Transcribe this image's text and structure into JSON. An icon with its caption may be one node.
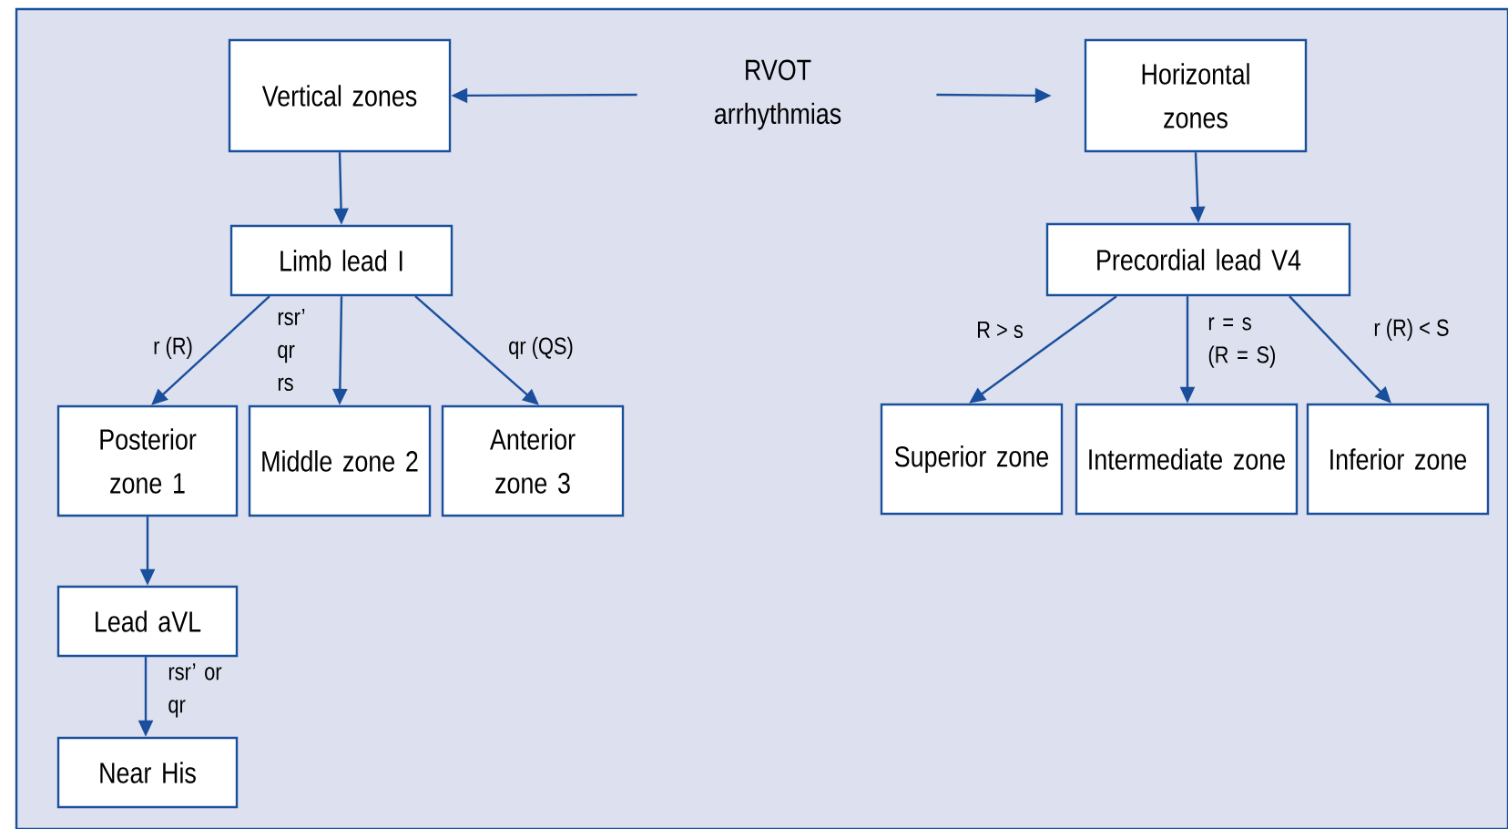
{
  "diagram": {
    "nodes": [
      {
        "text": [
          "Vertical zones"
        ]
      },
      {
        "text": [
          "RVOT arrhythmias"
        ]
      },
      {
        "text": [
          "Horizontal zones"
        ]
      },
      {
        "text": [
          "Limb lead I"
        ]
      },
      {
        "text": [
          "Precordial lead V4"
        ]
      },
      {
        "text": [
          "Posterior zone 1"
        ]
      },
      {
        "text": [
          "Middle zone 2"
        ]
      },
      {
        "text": [
          "Anterior zone 3"
        ]
      },
      {
        "text": [
          "Superior zone"
        ]
      },
      {
        "text": [
          "Intermediate zone"
        ]
      },
      {
        "text": [
          "Inferior zone"
        ]
      },
      {
        "text": [
          "Lead aVL"
        ]
      },
      {
        "text": [
          "Near His"
        ]
      }
    ],
    "edges": [
      {
        "from": 1,
        "to": 0,
        "arrow": "to"
      },
      {
        "from": 1,
        "to": 2,
        "arrow": "to"
      },
      {
        "from": 0,
        "to": 3,
        "arrow": "to"
      },
      {
        "from": 2,
        "to": 4,
        "arrow": "to"
      },
      {
        "from": 3,
        "to": 5,
        "arrow": "to",
        "label": "r (R)"
      },
      {
        "from": 3,
        "to": 6,
        "arrow": "to",
        "label": "rsr’ qr rs"
      },
      {
        "from": 3,
        "to": 7,
        "arrow": "to",
        "label": "qr (QS)"
      },
      {
        "from": 4,
        "to": 8,
        "arrow": "to",
        "label": "R > s"
      },
      {
        "from": 4,
        "to": 9,
        "arrow": "to",
        "label": "r = s (R = S)"
      },
      {
        "from": 4,
        "to": 10,
        "arrow": "to",
        "label": "r (R) < S"
      },
      {
        "from": 5,
        "to": 11,
        "arrow": "to"
      },
      {
        "from": 11,
        "to": 12,
        "arrow": "to",
        "label": "rsr’ or qr"
      }
    ]
  }
}
